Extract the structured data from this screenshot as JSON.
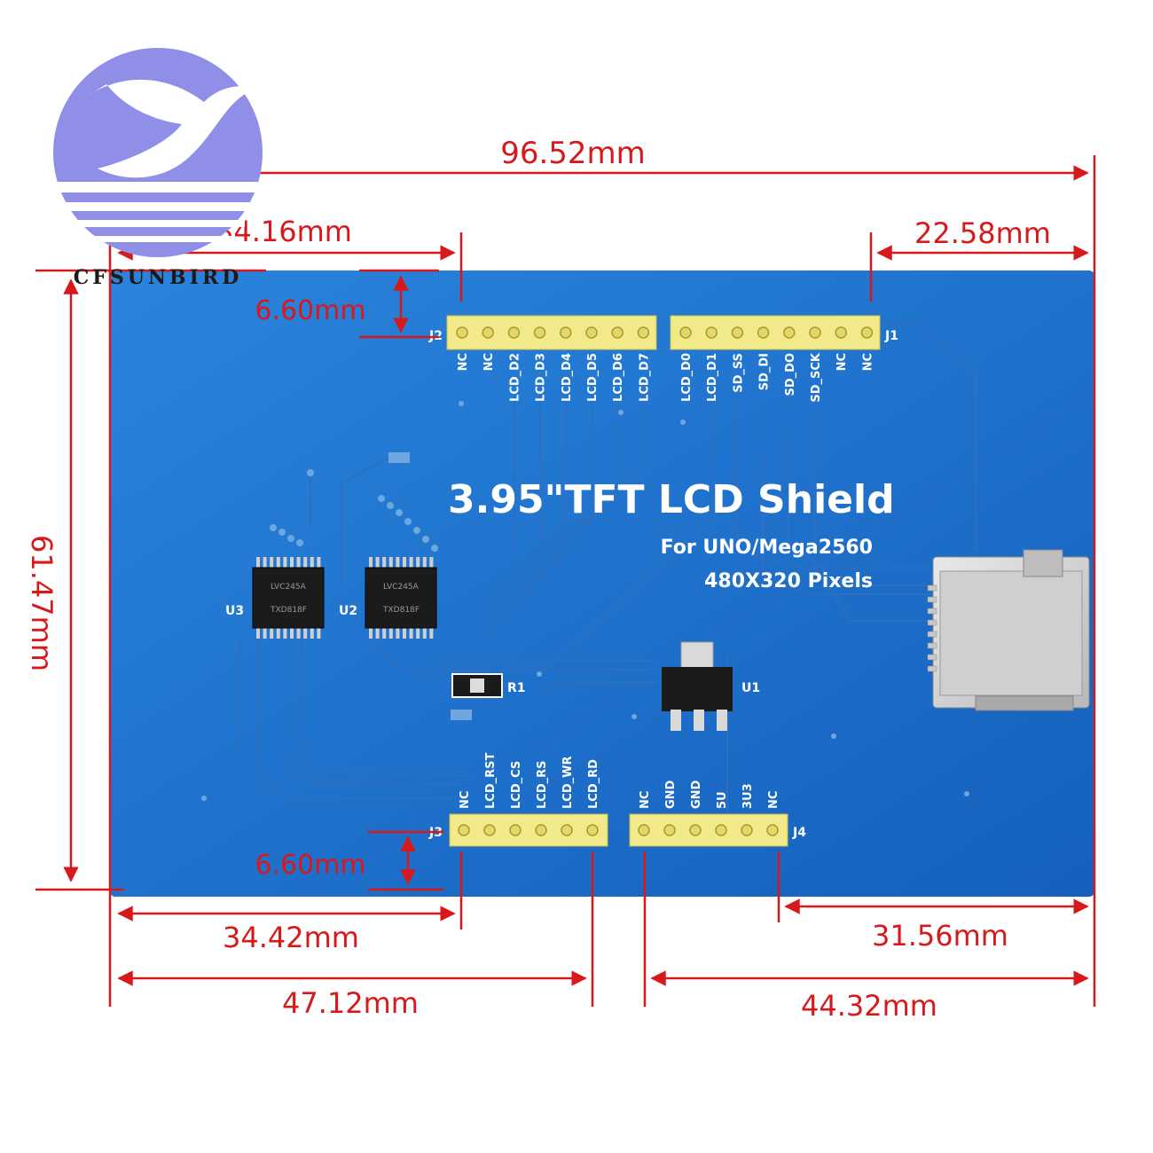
{
  "brand": {
    "name": "CFSUNBIRD",
    "logo_color": "#8f8fe8"
  },
  "board": {
    "color": "#1c73cf",
    "title": "3.95\"TFT LCD Shield",
    "subtitle_1": "For UNO/Mega2560",
    "subtitle_2": "480X320 Pixels"
  },
  "headers": {
    "j2": {
      "label": "J2",
      "pins": [
        "NC",
        "NC",
        "LCD_D2",
        "LCD_D3",
        "LCD_D4",
        "LCD_D5",
        "LCD_D6",
        "LCD_D7"
      ]
    },
    "j1": {
      "label": "J1",
      "pins": [
        "LCD_D0",
        "LCD_D1",
        "SD_SS",
        "SD_DI",
        "SD_DO",
        "SD_SCK",
        "NC",
        "NC"
      ]
    },
    "j3": {
      "label": "J3",
      "pins": [
        "NC",
        "LCD_RST",
        "LCD_CS",
        "LCD_RS",
        "LCD_WR",
        "LCD_RD"
      ]
    },
    "j4": {
      "label": "J4",
      "pins": [
        "NC",
        "GND",
        "GND",
        "5U",
        "3U3",
        "NC"
      ]
    }
  },
  "components": {
    "u1": "U1",
    "u2": "U2",
    "u3": "U3",
    "r1": "R1",
    "chip_marking_1": "LVC245A",
    "chip_marking_2": "TXD818F"
  },
  "dimensions": {
    "total_width": "96.52mm",
    "total_height": "61.47mm",
    "top_left_offset": "34.16mm",
    "top_right_offset": "22.58mm",
    "top_header_gap": "6.60mm",
    "bottom_header_gap": "6.60mm",
    "bottom_left_1": "34.42mm",
    "bottom_left_2": "47.12mm",
    "bottom_right_1": "31.56mm",
    "bottom_right_2": "44.32mm",
    "color": "#d7191c"
  }
}
